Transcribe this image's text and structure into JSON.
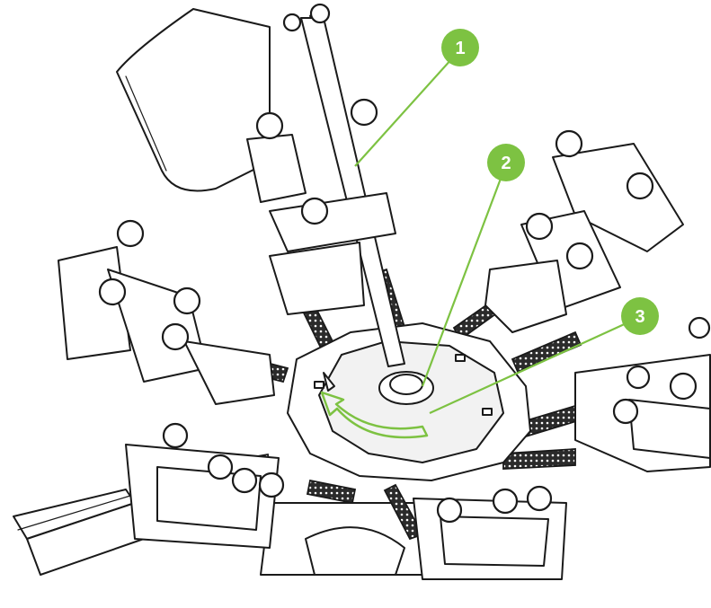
{
  "colors": {
    "accent": "#7dc242",
    "line": "#1a1a1a",
    "background": "#ffffff"
  },
  "callouts": [
    {
      "label": "1"
    },
    {
      "label": "2"
    },
    {
      "label": "3"
    }
  ]
}
